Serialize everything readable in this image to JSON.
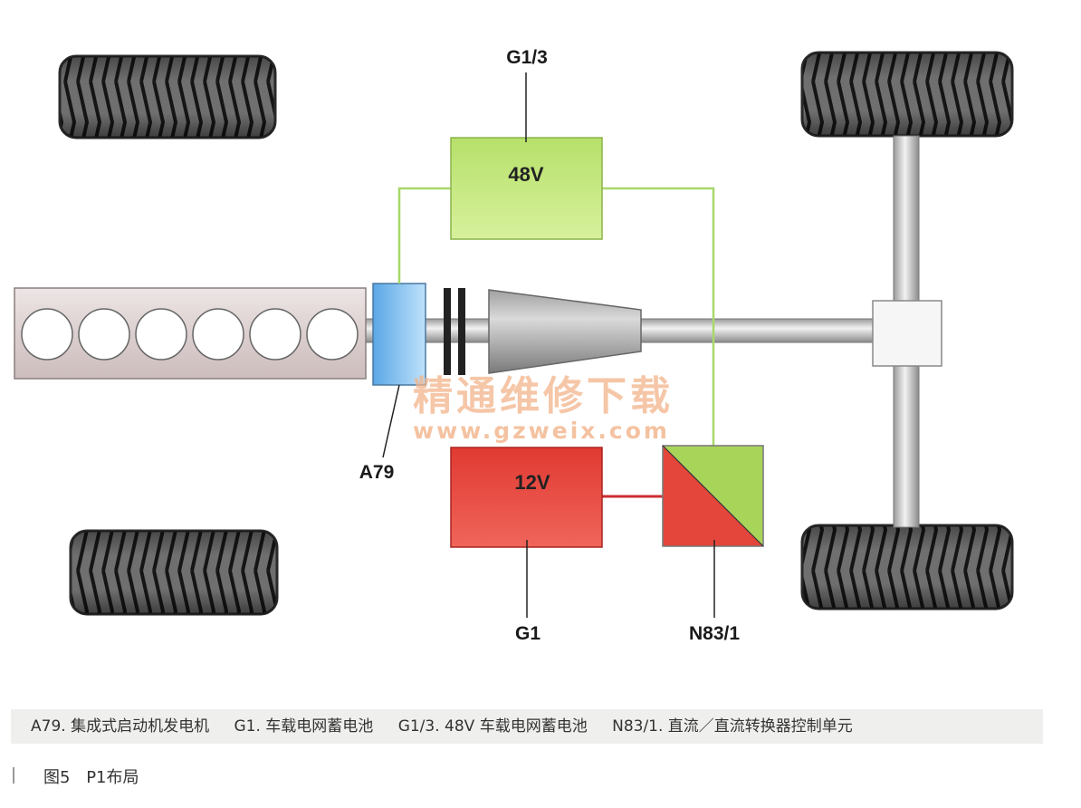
{
  "labels": {
    "g13": "G1/3",
    "a79": "A79",
    "g1": "G1",
    "n831": "N83/1"
  },
  "boxes": {
    "battery_48v": "48V",
    "battery_12v": "12V"
  },
  "watermark": {
    "cn": "精通维修下载",
    "url": "www.gzweix.com"
  },
  "legend": [
    "A79. 集成式启动机发电机",
    "G1. 车载电网蓄电池",
    "G1/3. 48V 车载电网蓄电池",
    "N83/1. 直流／直流转换器控制单元"
  ],
  "caption": {
    "figure": "图5",
    "title": "P1布局"
  },
  "colors": {
    "battery_48v": "#c7e97a",
    "battery_12v": "#e8443a",
    "a79": "#8cc6ef",
    "wire_48v": "#a8d86a",
    "wire_12v": "#cc2d33"
  }
}
